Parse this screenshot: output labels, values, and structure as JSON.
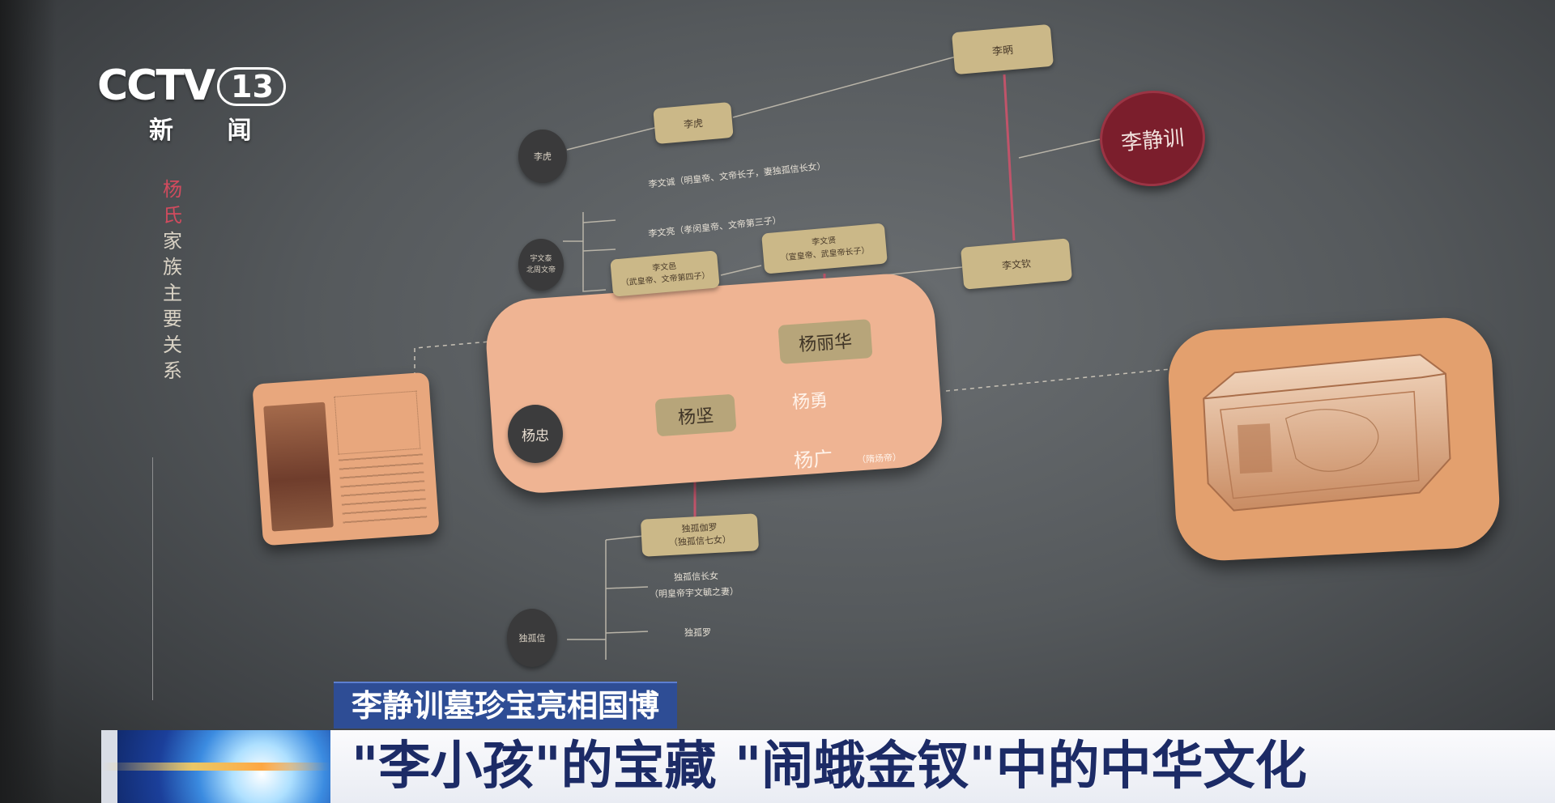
{
  "logo": {
    "channel": "CCTV",
    "number": "13",
    "subtitle": "新 闻"
  },
  "exhibit": {
    "vertical_title": [
      "杨",
      "氏",
      "家",
      "族",
      "主",
      "要",
      "关",
      "系"
    ],
    "nodes": {
      "li_bing": "李昞",
      "li_hu": "李虎",
      "li_hu_circle": "李虎",
      "li_jingxun": "李静训",
      "li_wenqin": "李文钦",
      "li_wenxian": "李文贤",
      "li_wenxian_note": "（宣皇帝、武皇帝长子）",
      "li_wenyi": "李文邑",
      "li_wenyi_note": "（武皇帝、文帝第四子）",
      "li_wencheng": "李文诚（明皇帝、文帝长子，妻独孤信长女）",
      "li_wenlun": "李文亮（孝闵皇帝、文帝第三子）",
      "yuwen_circle": "宇文泰\n北周文帝",
      "yang_zhong": "杨忠",
      "yang_jian": "杨坚",
      "yang_lihua": "杨丽华",
      "yang_yong": "杨勇",
      "yang_guang": "杨广",
      "yang_guang_note": "（隋炀帝）",
      "dugu_qieluo": "独孤伽罗",
      "dugu_qieluo_note": "（独孤信七女）",
      "dugu_xin_eldest": "独孤信长女",
      "dugu_xin_eldest_note": "（明皇帝宇文毓之妻）",
      "dugu_luo": "独孤罗",
      "dugu_xin": "独孤信"
    }
  },
  "ticker": {
    "topic": "李静训墓珍宝亮相国博",
    "headline": "\"李小孩\"的宝藏 \"闹蛾金钗\"中的中华文化"
  },
  "colors": {
    "wall": "#5a5e61",
    "tan_box": "#cbb888",
    "yang_panel": "#efb493",
    "highlight_circle": "#7b1e2c",
    "topic_bg": "#2e4d95",
    "headline_text": "#1c2b66"
  }
}
